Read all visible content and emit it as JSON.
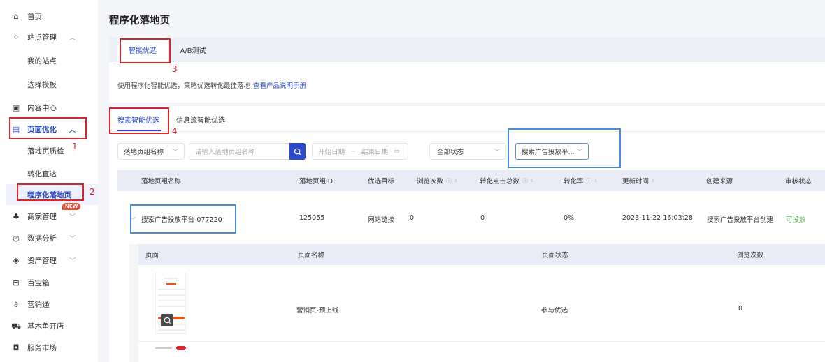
{
  "sidebar": {
    "items": [
      {
        "label": "首页",
        "icon": "home-icon"
      },
      {
        "label": "站点管理",
        "icon": "grid-icon",
        "chevron": "up"
      },
      {
        "label": "我的站点",
        "sub": true
      },
      {
        "label": "选择模板",
        "sub": true
      },
      {
        "label": "内容中心",
        "icon": "content-icon"
      },
      {
        "label": "页面优化",
        "icon": "image-icon",
        "chevron": "up",
        "active": true
      },
      {
        "label": "落地页质检",
        "sub": true
      },
      {
        "label": "转化直达",
        "sub": true
      },
      {
        "label": "程序化落地页",
        "sub": true,
        "active": true
      },
      {
        "label": "商家管理",
        "icon": "merchant-icon",
        "chevron": "down",
        "badge": "NEW"
      },
      {
        "label": "数据分析",
        "icon": "clock-icon",
        "chevron": "down"
      },
      {
        "label": "资产管理",
        "icon": "layers-icon",
        "chevron": "down"
      },
      {
        "label": "百宝箱",
        "icon": "toolbox-icon"
      },
      {
        "label": "营销通",
        "icon": "marketing-icon"
      },
      {
        "label": "基木鱼开店",
        "icon": "cart-icon"
      },
      {
        "label": "服务市场",
        "icon": "bag-icon"
      }
    ]
  },
  "annotations": {
    "n1": "1",
    "n2": "2",
    "n3": "3",
    "n4": "4"
  },
  "page": {
    "title": "程序化落地页",
    "tabs": [
      {
        "label": "智能优选",
        "active": true
      },
      {
        "label": "A/B测试"
      }
    ],
    "intro_text": "使用程序化智能优选，策略优选转化最佳落地",
    "intro_link": "查看产品说明手册"
  },
  "content": {
    "subtabs": [
      {
        "label": "搜索智能优选",
        "active": true
      },
      {
        "label": "信息流智能优选"
      }
    ],
    "filters": {
      "field_select": "落地页组名称",
      "search_placeholder": "请输入落地页组名称",
      "start_date_placeholder": "开始日期",
      "date_separator": "~",
      "end_date_placeholder": "结束日期",
      "status_select": "全部状态",
      "source_select": "搜索广告投放平..."
    },
    "table": {
      "columns": [
        "落地页组名称",
        "落地页组ID",
        "优选目标",
        "浏览次数",
        "转化点击总数",
        "转化率",
        "更新时间",
        "创建来源",
        "审核状态"
      ],
      "rows": [
        {
          "name": "搜索广告投放平台-077220",
          "id": "125055",
          "target": "网站链接",
          "views": "0",
          "conversions": "0",
          "rate": "0%",
          "updated": "2023-11-22 16:03:28",
          "source": "搜索广告投放平台创建",
          "status": "可投放"
        }
      ]
    },
    "subtable": {
      "columns": [
        "页面",
        "页面名称",
        "页面状态",
        "浏览次数"
      ],
      "rows": [
        {
          "page_name": "营销页-预上线",
          "page_status": "参与优选",
          "views": "0"
        }
      ]
    }
  },
  "colors": {
    "accent": "#2b4acb",
    "annotation_red": "#d9262e",
    "annotation_blue": "#4a8fd6",
    "status_green": "#5cb85c"
  }
}
